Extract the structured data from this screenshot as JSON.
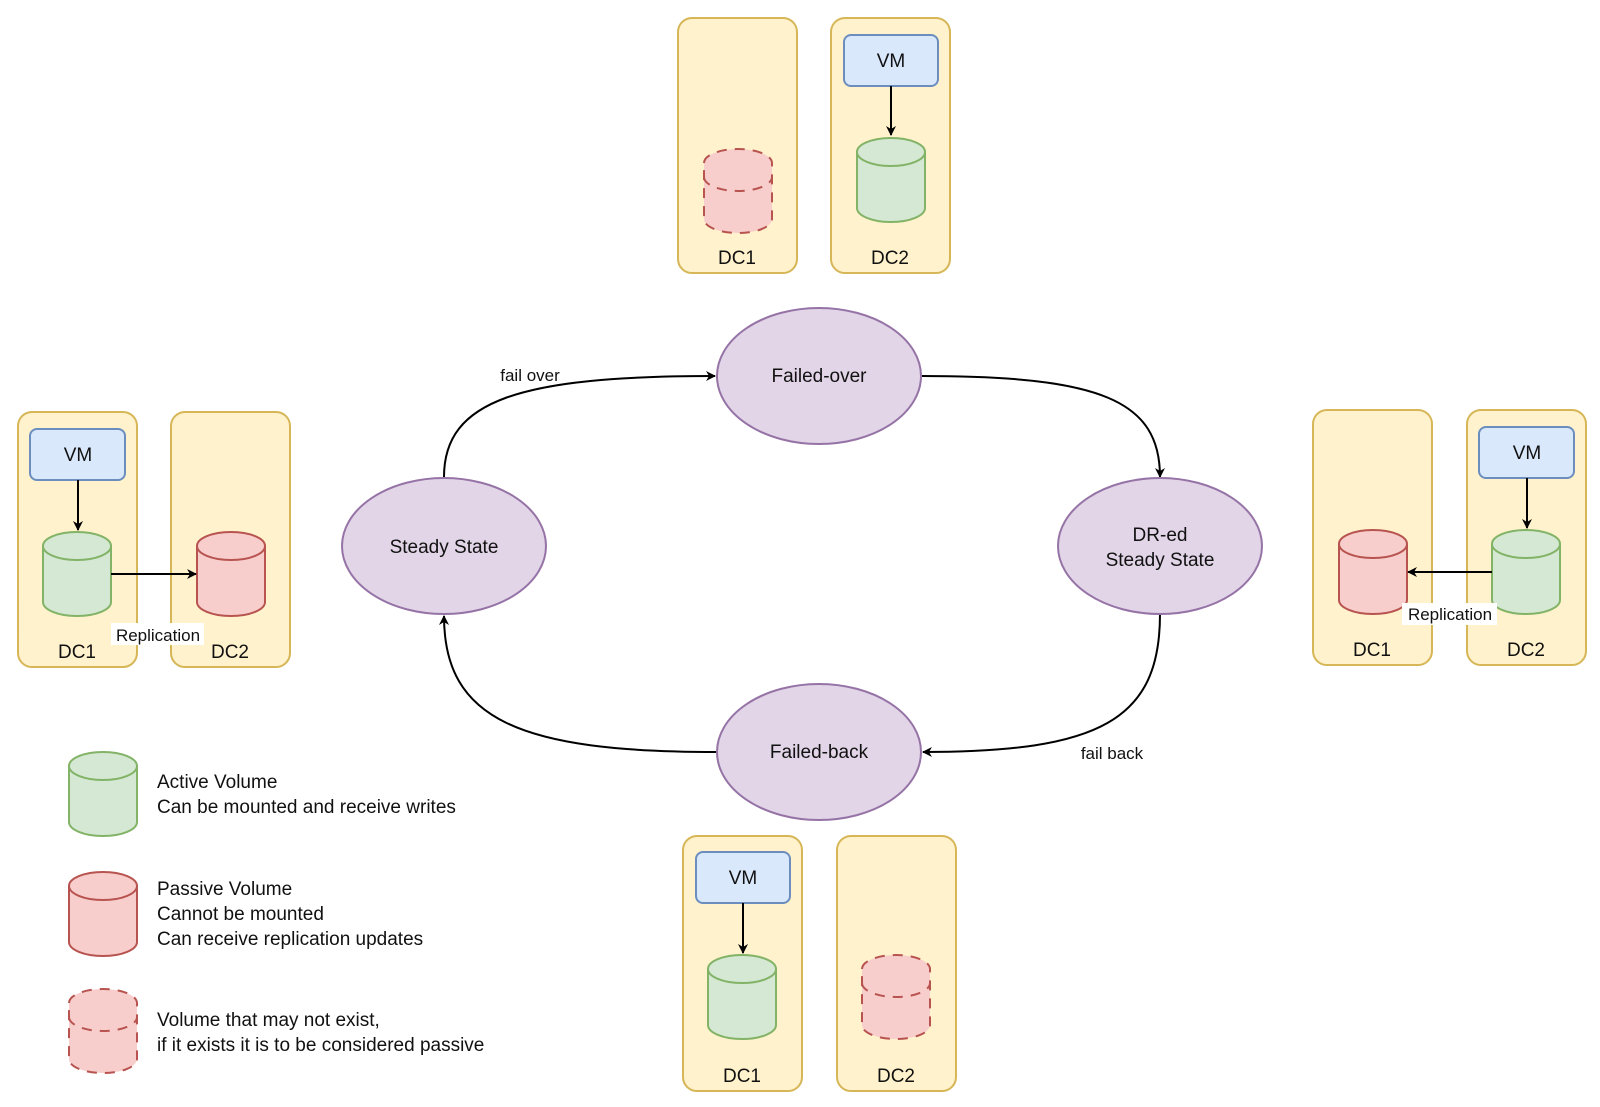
{
  "states": {
    "steady": "Steady State",
    "failed_over": "Failed-over",
    "dred_line1": "DR-ed",
    "dred_line2": "Steady State",
    "failed_back": "Failed-back"
  },
  "edges": {
    "fail_over": "fail over",
    "fail_back": "fail back"
  },
  "labels": {
    "vm": "VM",
    "dc1": "DC1",
    "dc2": "DC2",
    "replication": "Replication"
  },
  "legend": {
    "active": [
      "Active Volume",
      "Can be mounted and receive writes"
    ],
    "passive": [
      "Passive Volume",
      "Cannot be mounted",
      "Can receive replication updates"
    ],
    "maybe": [
      "Volume that may not exist,",
      "if it exists it is to be considered passive"
    ]
  },
  "colors": {
    "datacenter": "#fff2cc",
    "vm": "#dae8fc",
    "state": "#e1d5e7",
    "active_volume": "#d5e8d4",
    "passive_volume": "#f8cecc"
  }
}
